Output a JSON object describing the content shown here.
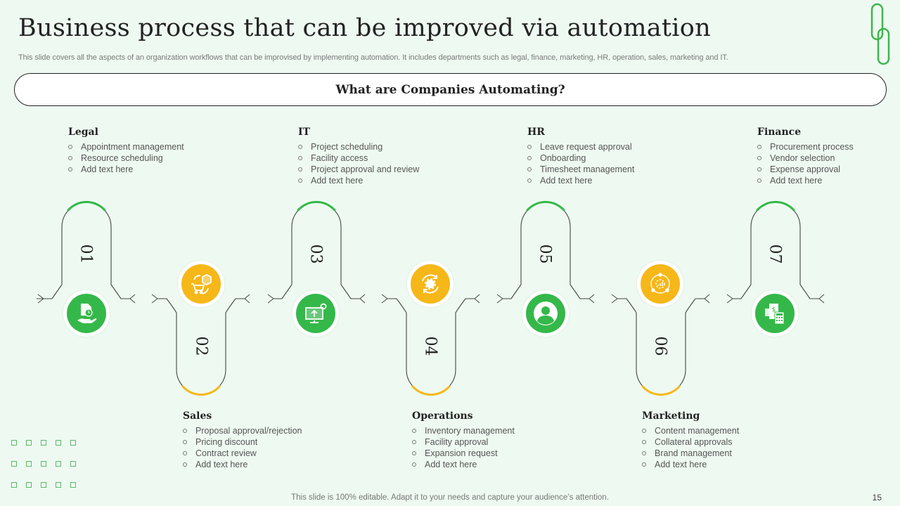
{
  "slide": {
    "title": "Business process that can be improved via automation",
    "subtitle": "This slide covers all the aspects of an organization workflows that can be improvised by implementing automation. It includes departments such as legal, finance, marketing, HR, operation, sales, marketing and IT.",
    "banner": "What are Companies Automating?",
    "footer": "This slide is 100% editable. Adapt it to your needs and capture your audience’s attention.",
    "page_number": "15"
  },
  "colors": {
    "background": "#eefaf1",
    "green": "#35b84a",
    "yellow": "#f6b718",
    "outline": "#444444"
  },
  "steps": [
    {
      "number": "01",
      "title": "Legal",
      "icon": "document-hand-icon",
      "color": "green",
      "items": [
        "Appointment management",
        "Resource scheduling",
        "Add text here"
      ]
    },
    {
      "number": "02",
      "title": "Sales",
      "icon": "cart-box-exchange-icon",
      "color": "yellow",
      "items": [
        "Proposal approval/rejection",
        "Pricing discount",
        "Contract review",
        "Add text here"
      ]
    },
    {
      "number": "03",
      "title": "IT",
      "icon": "monitor-upload-gear-icon",
      "color": "green",
      "items": [
        "Project scheduling",
        "Facility access",
        "Project approval and review",
        "Add text here"
      ]
    },
    {
      "number": "04",
      "title": "Operations",
      "icon": "gear-cycle-icon",
      "color": "yellow",
      "items": [
        "Inventory management",
        "Facility approval",
        "Expansion request",
        "Add text here"
      ]
    },
    {
      "number": "05",
      "title": "HR",
      "icon": "user-avatar-icon",
      "color": "green",
      "items": [
        "Leave request approval",
        "Onboarding",
        "Timesheet management",
        "Add text here"
      ]
    },
    {
      "number": "06",
      "title": "Marketing",
      "icon": "marketing-cycle-icon",
      "color": "yellow",
      "items": [
        "Content management",
        "Collateral approvals",
        "Brand management",
        "Add text here"
      ]
    },
    {
      "number": "07",
      "title": "Finance",
      "icon": "calculator-receipt-icon",
      "color": "green",
      "items": [
        "Procurement process",
        "Vendor selection",
        "Expense approval",
        "Add text here"
      ]
    }
  ]
}
